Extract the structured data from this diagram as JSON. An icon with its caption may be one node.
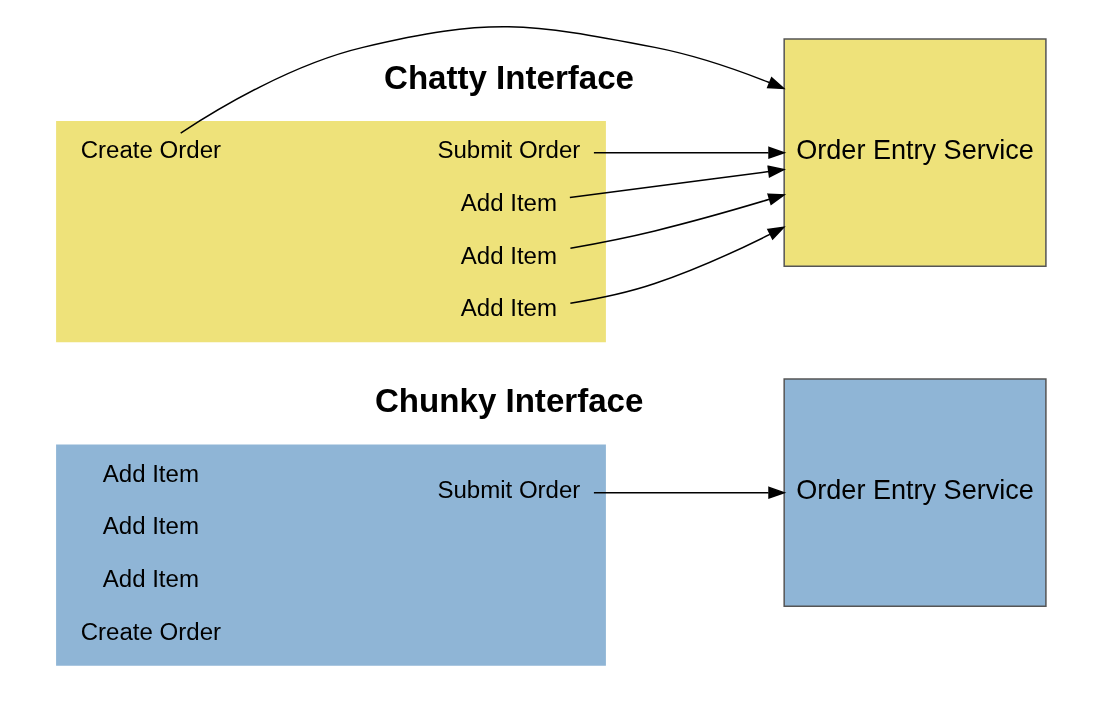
{
  "diagram": {
    "nodes": [
      {
        "text": [],
        "shape": "box"
      },
      {
        "text": [
          "Create Order"
        ],
        "in": 0
      },
      {
        "text": [
          "Add Item"
        ],
        "in": 0
      },
      {
        "text": [
          "Add Item"
        ],
        "in": 0
      },
      {
        "text": [
          "Add Item"
        ],
        "in": 0
      },
      {
        "text": [
          "Submit Order"
        ],
        "in": 0
      },
      {
        "text": [
          "Order Entry Service"
        ]
      },
      {
        "text": [],
        "shape": "box"
      },
      {
        "text": [
          "Create Order"
        ],
        "in": 7
      },
      {
        "text": [
          "Add Item"
        ],
        "in": 7
      },
      {
        "text": [
          "Add Item"
        ],
        "in": 7
      },
      {
        "text": [
          "Add Item"
        ],
        "in": 7
      },
      {
        "text": [
          "Submit Order"
        ],
        "in": 7
      },
      {
        "text": [
          "Order Entry Service"
        ]
      }
    ],
    "edges": [
      {
        "from": 1,
        "to": 6,
        "arrow": "to"
      },
      {
        "from": 2,
        "to": 6,
        "arrow": "to"
      },
      {
        "from": 3,
        "to": 6,
        "arrow": "to"
      },
      {
        "from": 4,
        "to": 6,
        "arrow": "to"
      },
      {
        "from": 5,
        "to": 6,
        "arrow": "to"
      },
      {
        "from": 12,
        "to": 13,
        "arrow": "to"
      }
    ],
    "labels": [
      "Chatty Interface",
      "Chunky Interface"
    ]
  }
}
